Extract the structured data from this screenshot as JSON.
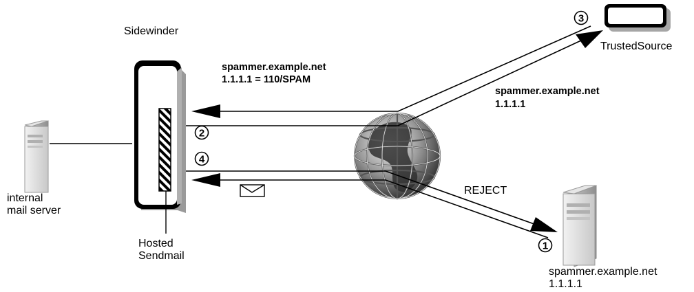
{
  "labels": {
    "sidewinder": "Sidewinder",
    "trusted_source": "TrustedSource",
    "internal_mail_server_line1": "internal",
    "internal_mail_server_line2": "mail server",
    "hosted_sendmail_line1": "Hosted",
    "hosted_sendmail_line2": "Sendmail",
    "spammer_host": "spammer.example.net",
    "spammer_ip": "1.1.1.1",
    "reject": "REJECT"
  },
  "messages": {
    "reply_line1": "spammer.example.net",
    "reply_line2": "1.1.1.1 = 110/SPAM",
    "query_line1": "spammer.example.net",
    "query_line2": "1.1.1.1"
  },
  "steps": [
    "1",
    "2",
    "3",
    "4"
  ],
  "icons": {
    "internal_server": "server-icon",
    "spammer_server": "server-icon",
    "firewall": "firewall-appliance-icon",
    "internet": "globe-icon",
    "trusted_source": "appliance-icon",
    "mail": "envelope-icon"
  }
}
